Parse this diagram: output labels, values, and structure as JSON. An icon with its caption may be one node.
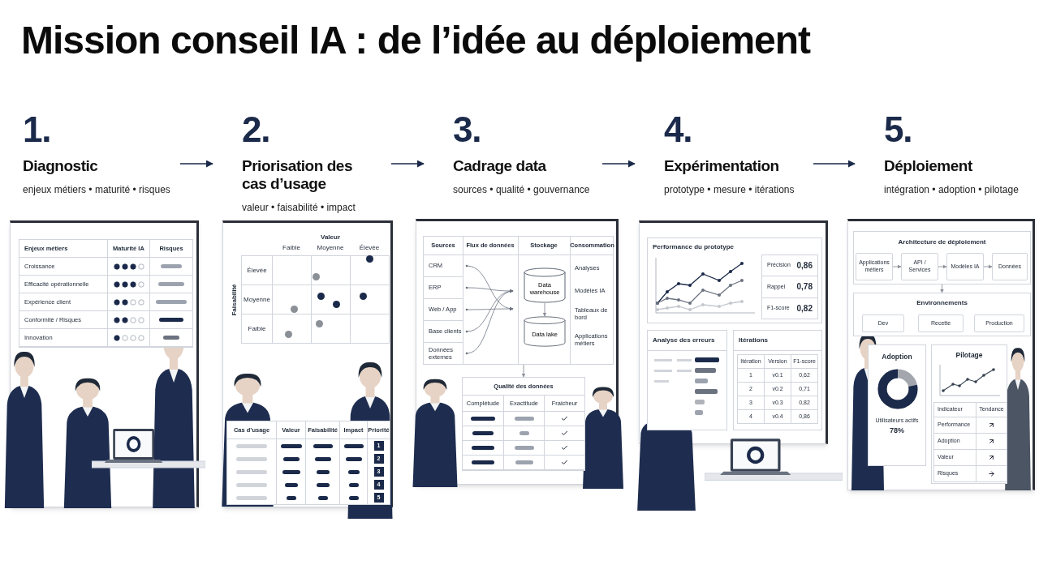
{
  "diagram": {
    "title": "Mission conseil IA : de l’idée au déploiement",
    "nodes": [
      {
        "text": [
          "1.",
          "Diagnostic",
          "enjeux métiers • maturité • risques"
        ]
      },
      {
        "text": [
          "2.",
          "Priorisation des cas d’usage",
          "valeur • faisabilité • impact"
        ]
      },
      {
        "text": [
          "3.",
          "Cadrage data",
          "sources • qualité • gouvernance"
        ]
      },
      {
        "text": [
          "4.",
          "Expérimentation",
          "prototype • mesure • itérations"
        ]
      },
      {
        "text": [
          "5.",
          "Déploiement",
          "intégration • adoption • pilotage"
        ]
      },
      {
        "text": [],
        "shape": "box"
      },
      {
        "text": [
          "Enjeux métiers",
          "Maturité IA",
          "Risques",
          "Croissance",
          "Efficacité opérationnelle",
          "Expérience client",
          "Conformité / Risques",
          "Innovation"
        ],
        "in": 5
      },
      {
        "text": [],
        "shape": "box"
      },
      {
        "text": [
          "Valeur",
          "Faible",
          "Moyenne",
          "Élevée",
          "Faisabilité",
          "Élevée",
          "Moyenne",
          "Faible"
        ],
        "in": 7
      },
      {
        "text": [
          "Cas d’usage",
          "Valeur",
          "Faisabilité",
          "Impact",
          "Priorité",
          "1",
          "2",
          "3",
          "4",
          "5"
        ],
        "in": 7
      },
      {
        "text": [],
        "shape": "box"
      },
      {
        "text": [
          "Sources",
          "Flux de données",
          "Stockage",
          "Consommation",
          "CRM",
          "ERP",
          "Web / App",
          "Base clients",
          "Données externes",
          "Analyses",
          "Modèles IA",
          "Tableaux de bord",
          "Applications métiers"
        ],
        "in": 10
      },
      {
        "text": [
          "Data warehouse"
        ],
        "in": 11
      },
      {
        "text": [
          "Data lake"
        ],
        "in": 11
      },
      {
        "text": [
          "Qualité des données",
          "Complétude",
          "Exactitude",
          "Fraicheur"
        ],
        "in": 10
      },
      {
        "text": [],
        "shape": "box"
      },
      {
        "text": [
          "Performance du prototype",
          "Précision",
          "0,86",
          "Rappel",
          "0,78",
          "F1-score",
          "0,82"
        ],
        "in": 15
      },
      {
        "text": [
          "Analyse des erreurs"
        ],
        "in": 15
      },
      {
        "text": [
          "Itérations",
          "Itération",
          "Version",
          "F1-score",
          "1",
          "v0.1",
          "0,62",
          "2",
          "v0.2",
          "0,71",
          "3",
          "v0.3",
          "0,82",
          "4",
          "v0.4",
          "0,86"
        ],
        "in": 15
      },
      {
        "text": [],
        "shape": "box"
      },
      {
        "text": [
          "Architecture de déploiement"
        ],
        "in": 19
      },
      {
        "text": [
          "Applications métiers"
        ],
        "in": 20
      },
      {
        "text": [
          "API / Services"
        ],
        "in": 20
      },
      {
        "text": [
          "Modèles IA"
        ],
        "in": 20
      },
      {
        "text": [
          "Données"
        ],
        "in": 20
      },
      {
        "text": [
          "Environnements"
        ],
        "in": 19
      },
      {
        "text": [
          "Dev"
        ],
        "in": 25
      },
      {
        "text": [
          "Recette"
        ],
        "in": 25
      },
      {
        "text": [
          "Production"
        ],
        "in": 25
      },
      {
        "text": [
          "Adoption",
          "Utilisateurs actifs",
          "78%"
        ],
        "in": 19
      },
      {
        "text": [
          "Pilotage",
          "Indicateur",
          "Tendance",
          "Performance",
          "Adoption",
          "Valeur",
          "Risques"
        ],
        "in": 19
      }
    ],
    "edges": [
      {
        "from": 0,
        "to": 1,
        "arrow": "to",
        "color": "#1b2a4a"
      },
      {
        "from": 1,
        "to": 2,
        "arrow": "to",
        "color": "#1b2a4a"
      },
      {
        "from": 2,
        "to": 3,
        "arrow": "to",
        "color": "#1b2a4a"
      },
      {
        "from": 3,
        "to": 4,
        "arrow": "to",
        "color": "#1b2a4a"
      },
      {
        "from": 12,
        "to": 13,
        "arrow": "to"
      },
      {
        "from": 11,
        "to": 14,
        "arrow": "to"
      },
      {
        "from": 21,
        "to": 22,
        "arrow": "to"
      },
      {
        "from": 22,
        "to": 23,
        "arrow": "to"
      },
      {
        "from": 23,
        "to": 24,
        "arrow": "to"
      },
      {
        "from": 20,
        "to": 25,
        "arrow": "to"
      }
    ]
  }
}
